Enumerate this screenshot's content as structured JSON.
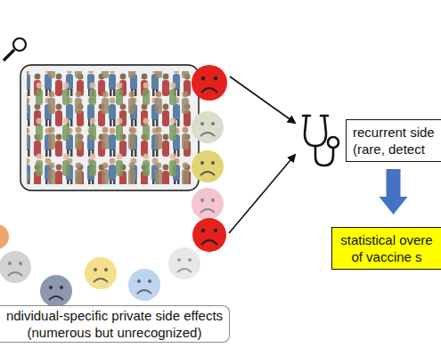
{
  "diagram": {
    "nodes": [
      {
        "text": [
          "recurrent side (rare, detect"
        ]
      },
      {
        "text": [
          "statistical overe of vaccine s"
        ]
      },
      {
        "text": [
          "ndividual-specific private side effects (numerous but unrecognized)"
        ]
      }
    ],
    "edges": [
      {
        "from": 0,
        "to": 1,
        "arrow": "to"
      }
    ]
  }
}
